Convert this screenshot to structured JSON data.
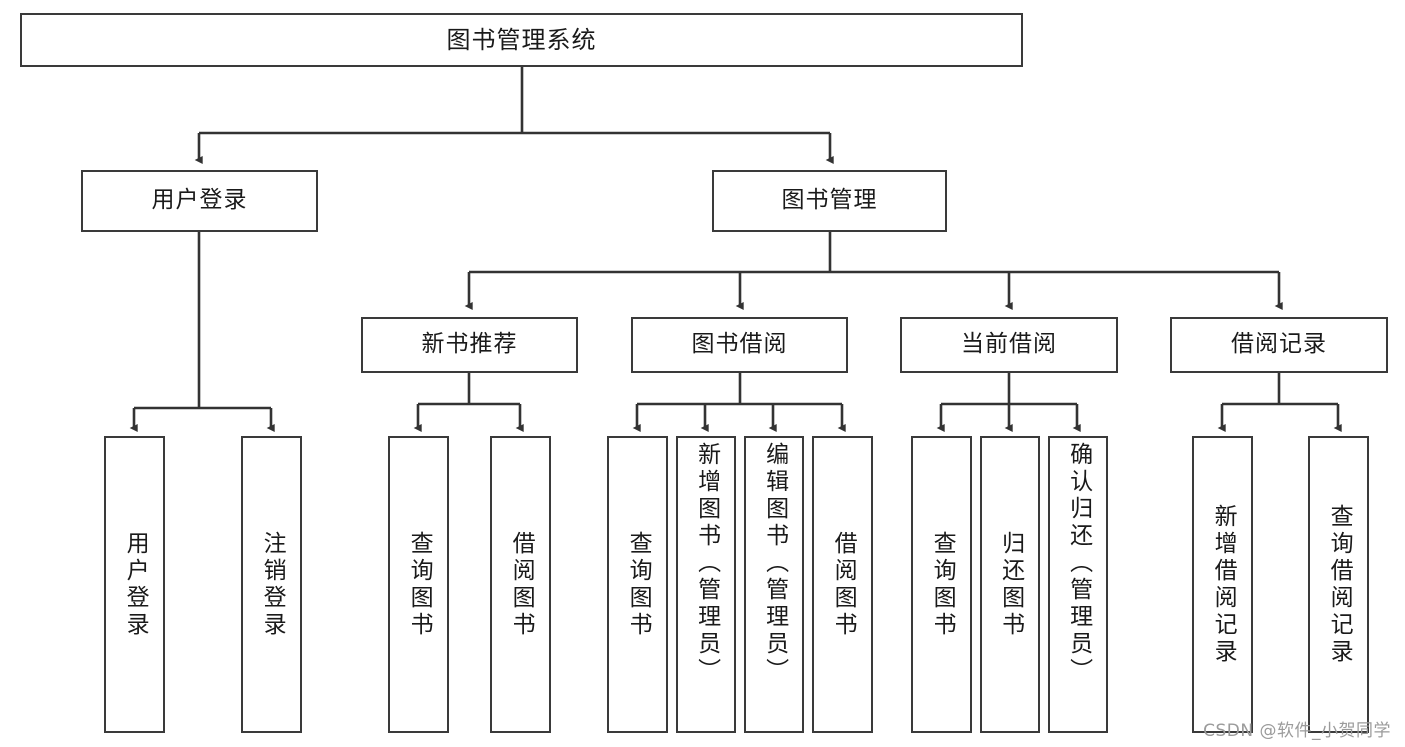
{
  "diagram": {
    "title": "图书管理系统",
    "type": "tree-hierarchy-chart",
    "watermark": "CSDN @软件_小贺同学",
    "colors": {
      "box_border": "#3a3a3a",
      "box_fill": "#ffffff",
      "edge": "#333333",
      "text": "#1a1a1a",
      "watermark": "#9b9b9b"
    },
    "root": {
      "label": "图书管理系统"
    },
    "level2": [
      {
        "label": "用户登录"
      },
      {
        "label": "图书管理"
      }
    ],
    "level3": [
      {
        "label": "新书推荐"
      },
      {
        "label": "图书借阅"
      },
      {
        "label": "当前借阅"
      },
      {
        "label": "借阅记录"
      }
    ],
    "leaves": {
      "user_login": [
        {
          "label": "用户登录"
        },
        {
          "label": "注销登录"
        }
      ],
      "new_book_recommend": [
        {
          "label": "查询图书"
        },
        {
          "label": "借阅图书"
        }
      ],
      "book_borrow": [
        {
          "label": "查询图书"
        },
        {
          "label": "新增图书（管理员）"
        },
        {
          "label": "编辑图书（管理员）"
        },
        {
          "label": "借阅图书"
        }
      ],
      "current_borrow": [
        {
          "label": "查询图书"
        },
        {
          "label": "归还图书"
        },
        {
          "label": "确认归还（管理员）"
        }
      ],
      "borrow_record": [
        {
          "label": "新增借阅记录"
        },
        {
          "label": "查询借阅记录"
        }
      ]
    }
  }
}
